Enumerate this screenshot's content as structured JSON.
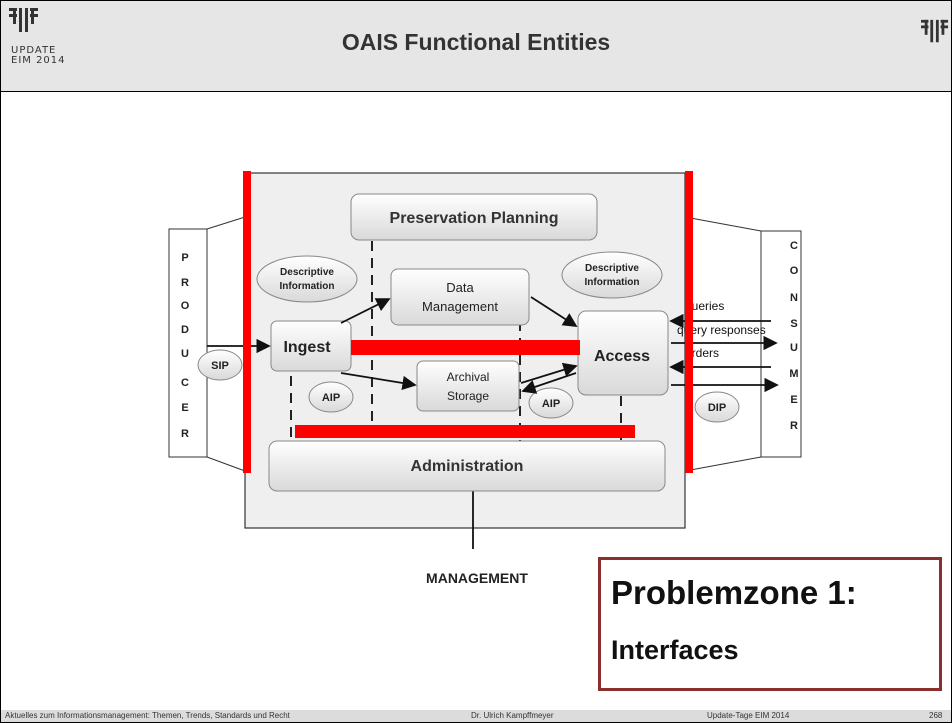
{
  "slide": {
    "title": "OAIS Functional Entities",
    "logo_left_line1": "UPDATE",
    "logo_left_line2": "EIM 2014",
    "footer": {
      "left": "Aktuelles zum Informationsmanagement: Themen, Trends, Standards und Recht",
      "center": "Dr. Ulrich Kampffmeyer",
      "right": "Update-Tage EIM 2014",
      "page": "268"
    }
  },
  "diagram": {
    "preservation_planning": "Preservation Planning",
    "descriptive_info_left": [
      "Descriptive",
      "Information"
    ],
    "descriptive_info_right": [
      "Descriptive",
      "Information"
    ],
    "data_management": [
      "Data",
      "Management"
    ],
    "ingest": "Ingest",
    "access": "Access",
    "archival_storage": [
      "Archival",
      "Storage"
    ],
    "administration": "Administration",
    "management": "MANAGEMENT",
    "sip": "SIP",
    "aip_left": "AIP",
    "aip_right": "AIP",
    "dip": "DIP",
    "producer_letters": [
      "P",
      "R",
      "O",
      "D",
      "U",
      "C",
      "E",
      "R"
    ],
    "consumer_letters": [
      "C",
      "O",
      "N",
      "S",
      "U",
      "M",
      "E",
      "R"
    ],
    "queries": "queries",
    "query_responses": "query responses",
    "orders": "orders"
  },
  "problem": {
    "title": "Problemzone 1:",
    "subtitle": "Interfaces"
  },
  "colors": {
    "highlight": "#ff0000",
    "problem_border": "#8b2e2e"
  }
}
